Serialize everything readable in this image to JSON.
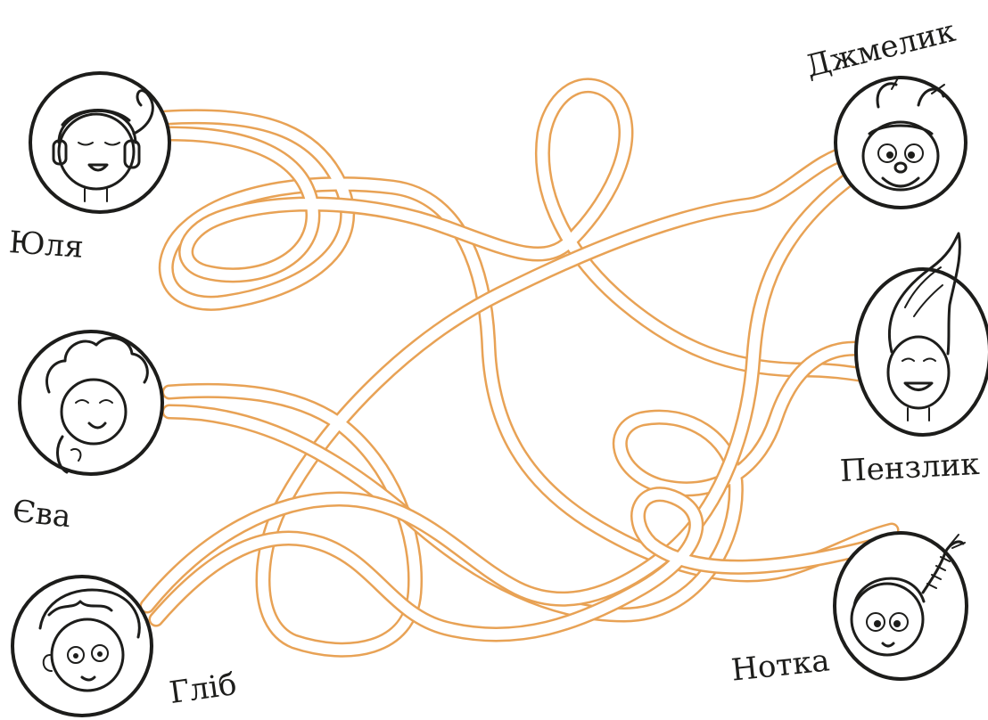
{
  "names": {
    "yulia": "Юля",
    "yeva": "Єва",
    "hlib": "Гліб",
    "dzhmelyk": "Джмелик",
    "penzlyk": "Пензлик",
    "notka": "Нотка"
  },
  "colors": {
    "path": "#e8a255",
    "ink": "#1d1d1b",
    "background": "#ffffff"
  },
  "characters": [
    {
      "id": "yulia",
      "icon": "girl-with-headphones-icon"
    },
    {
      "id": "yeva",
      "icon": "curly-haired-girl-icon"
    },
    {
      "id": "hlib",
      "icon": "boy-icon"
    },
    {
      "id": "dzhmelyk",
      "icon": "bumblebee-icon"
    },
    {
      "id": "penzlyk",
      "icon": "paintbrush-character-icon"
    },
    {
      "id": "notka",
      "icon": "braided-girl-icon"
    }
  ]
}
